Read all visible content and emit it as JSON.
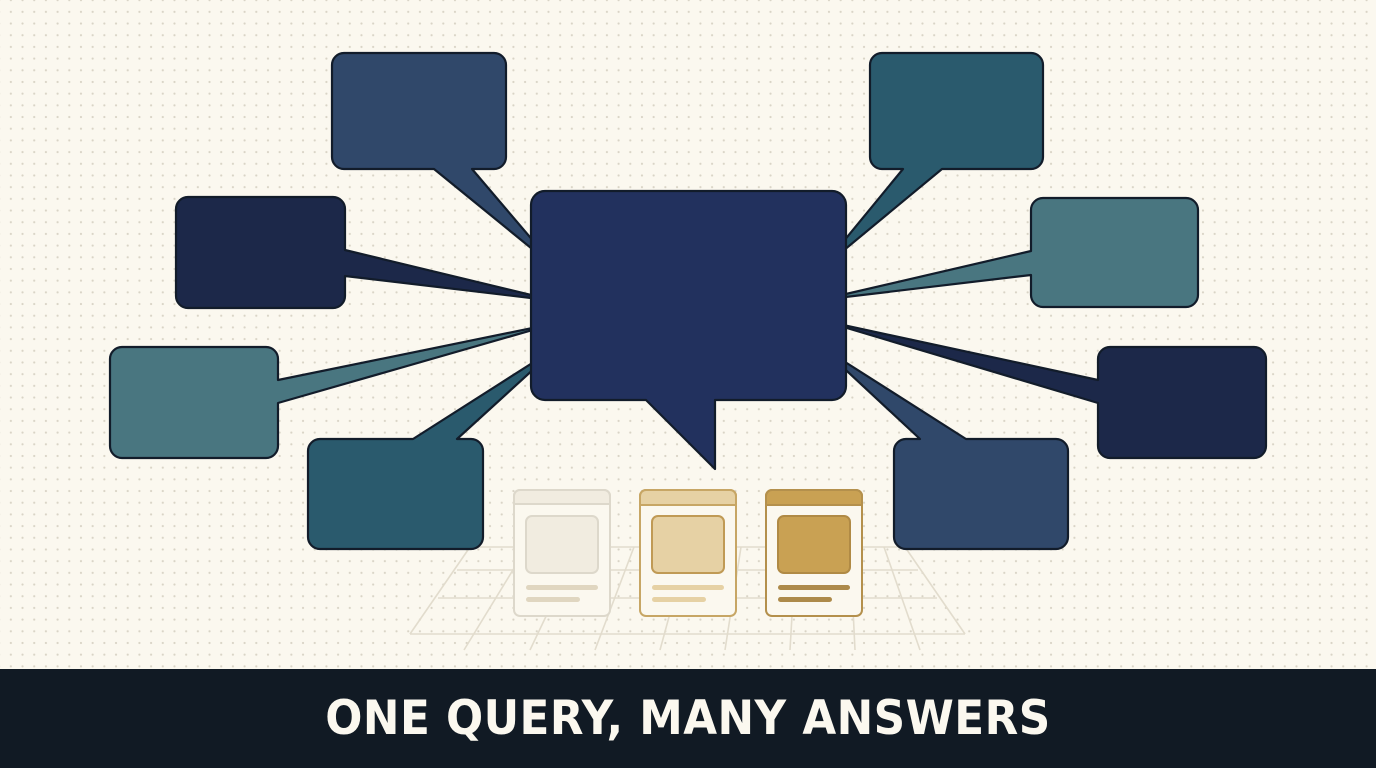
{
  "title": "ONE QUERY, MANY ANSWERS",
  "colors": {
    "background": "#fbf8ef",
    "outline": "#121c2a",
    "central_bubble": "#22315e",
    "navy": "#1c2849",
    "slate_blue": "#30486a",
    "deep_teal": "#2a5a6d",
    "teal": "#497680",
    "title_bar": "#111a24",
    "title_text": "#fbf8ef",
    "card_pale": "#f1ece0",
    "card_light_gold": "#e6d1a4",
    "card_gold": "#c9a153",
    "card_gold_outline": "#b4904c",
    "grid_line": "#e2dccd"
  },
  "diagram": {
    "central_bubble": {
      "label": "",
      "role": "query"
    },
    "answer_bubbles": [
      {
        "id": "top-left",
        "color": "slate_blue"
      },
      {
        "id": "upper-left",
        "color": "navy"
      },
      {
        "id": "mid-left",
        "color": "teal"
      },
      {
        "id": "lower-left",
        "color": "deep_teal"
      },
      {
        "id": "top-right",
        "color": "deep_teal"
      },
      {
        "id": "upper-right",
        "color": "teal"
      },
      {
        "id": "mid-right",
        "color": "navy"
      },
      {
        "id": "lower-right",
        "color": "slate_blue"
      }
    ],
    "result_cards": [
      {
        "id": "card-faded",
        "style": "pale"
      },
      {
        "id": "card-medium",
        "style": "light-gold"
      },
      {
        "id": "card-highlighted",
        "style": "gold"
      }
    ]
  }
}
